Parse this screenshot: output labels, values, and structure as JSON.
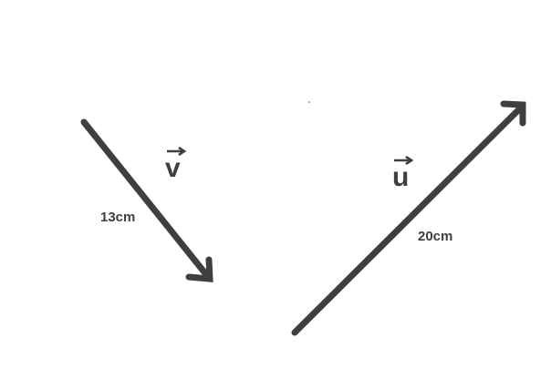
{
  "diagram": {
    "vectors": [
      {
        "name": "v",
        "length_label": "13cm"
      },
      {
        "name": "u",
        "length_label": "20cm"
      }
    ],
    "colors": {
      "stroke": "#3f3f3f",
      "text": "#3f3f3f",
      "background": "#ffffff"
    }
  }
}
